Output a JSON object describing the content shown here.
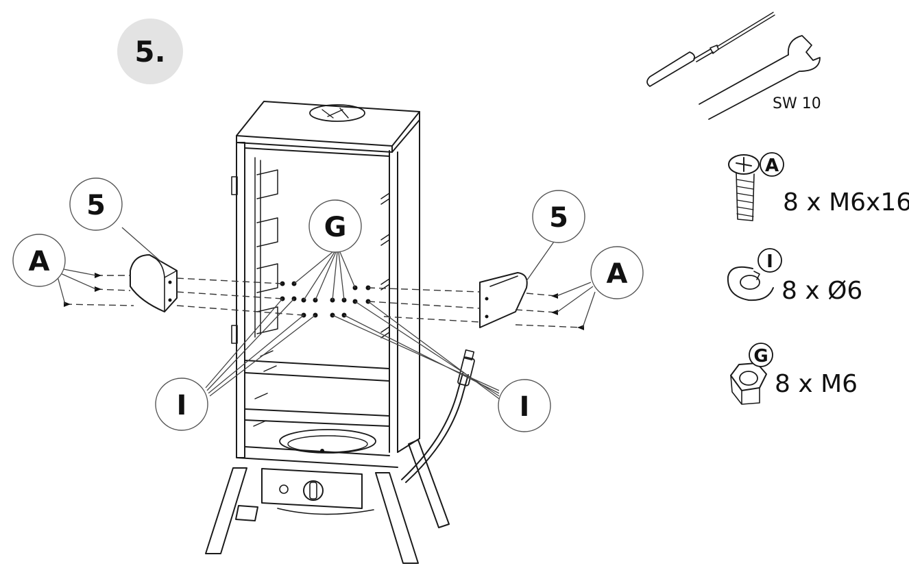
{
  "step": {
    "label": "5."
  },
  "callouts": {
    "part_left": "5",
    "part_right": "5",
    "screw_left": "A",
    "screw_right": "A",
    "nut": "G",
    "washer_left": "I",
    "washer_right": "I"
  },
  "tools": {
    "wrench_size": "SW 10"
  },
  "hardware": [
    {
      "letter": "A",
      "quantity": "8 x M6x16",
      "icon": "bolt-icon"
    },
    {
      "letter": "I",
      "quantity": "8 x Ø6",
      "icon": "washer-icon"
    },
    {
      "letter": "G",
      "quantity": "8 x M6",
      "icon": "hex-nut-icon"
    }
  ]
}
